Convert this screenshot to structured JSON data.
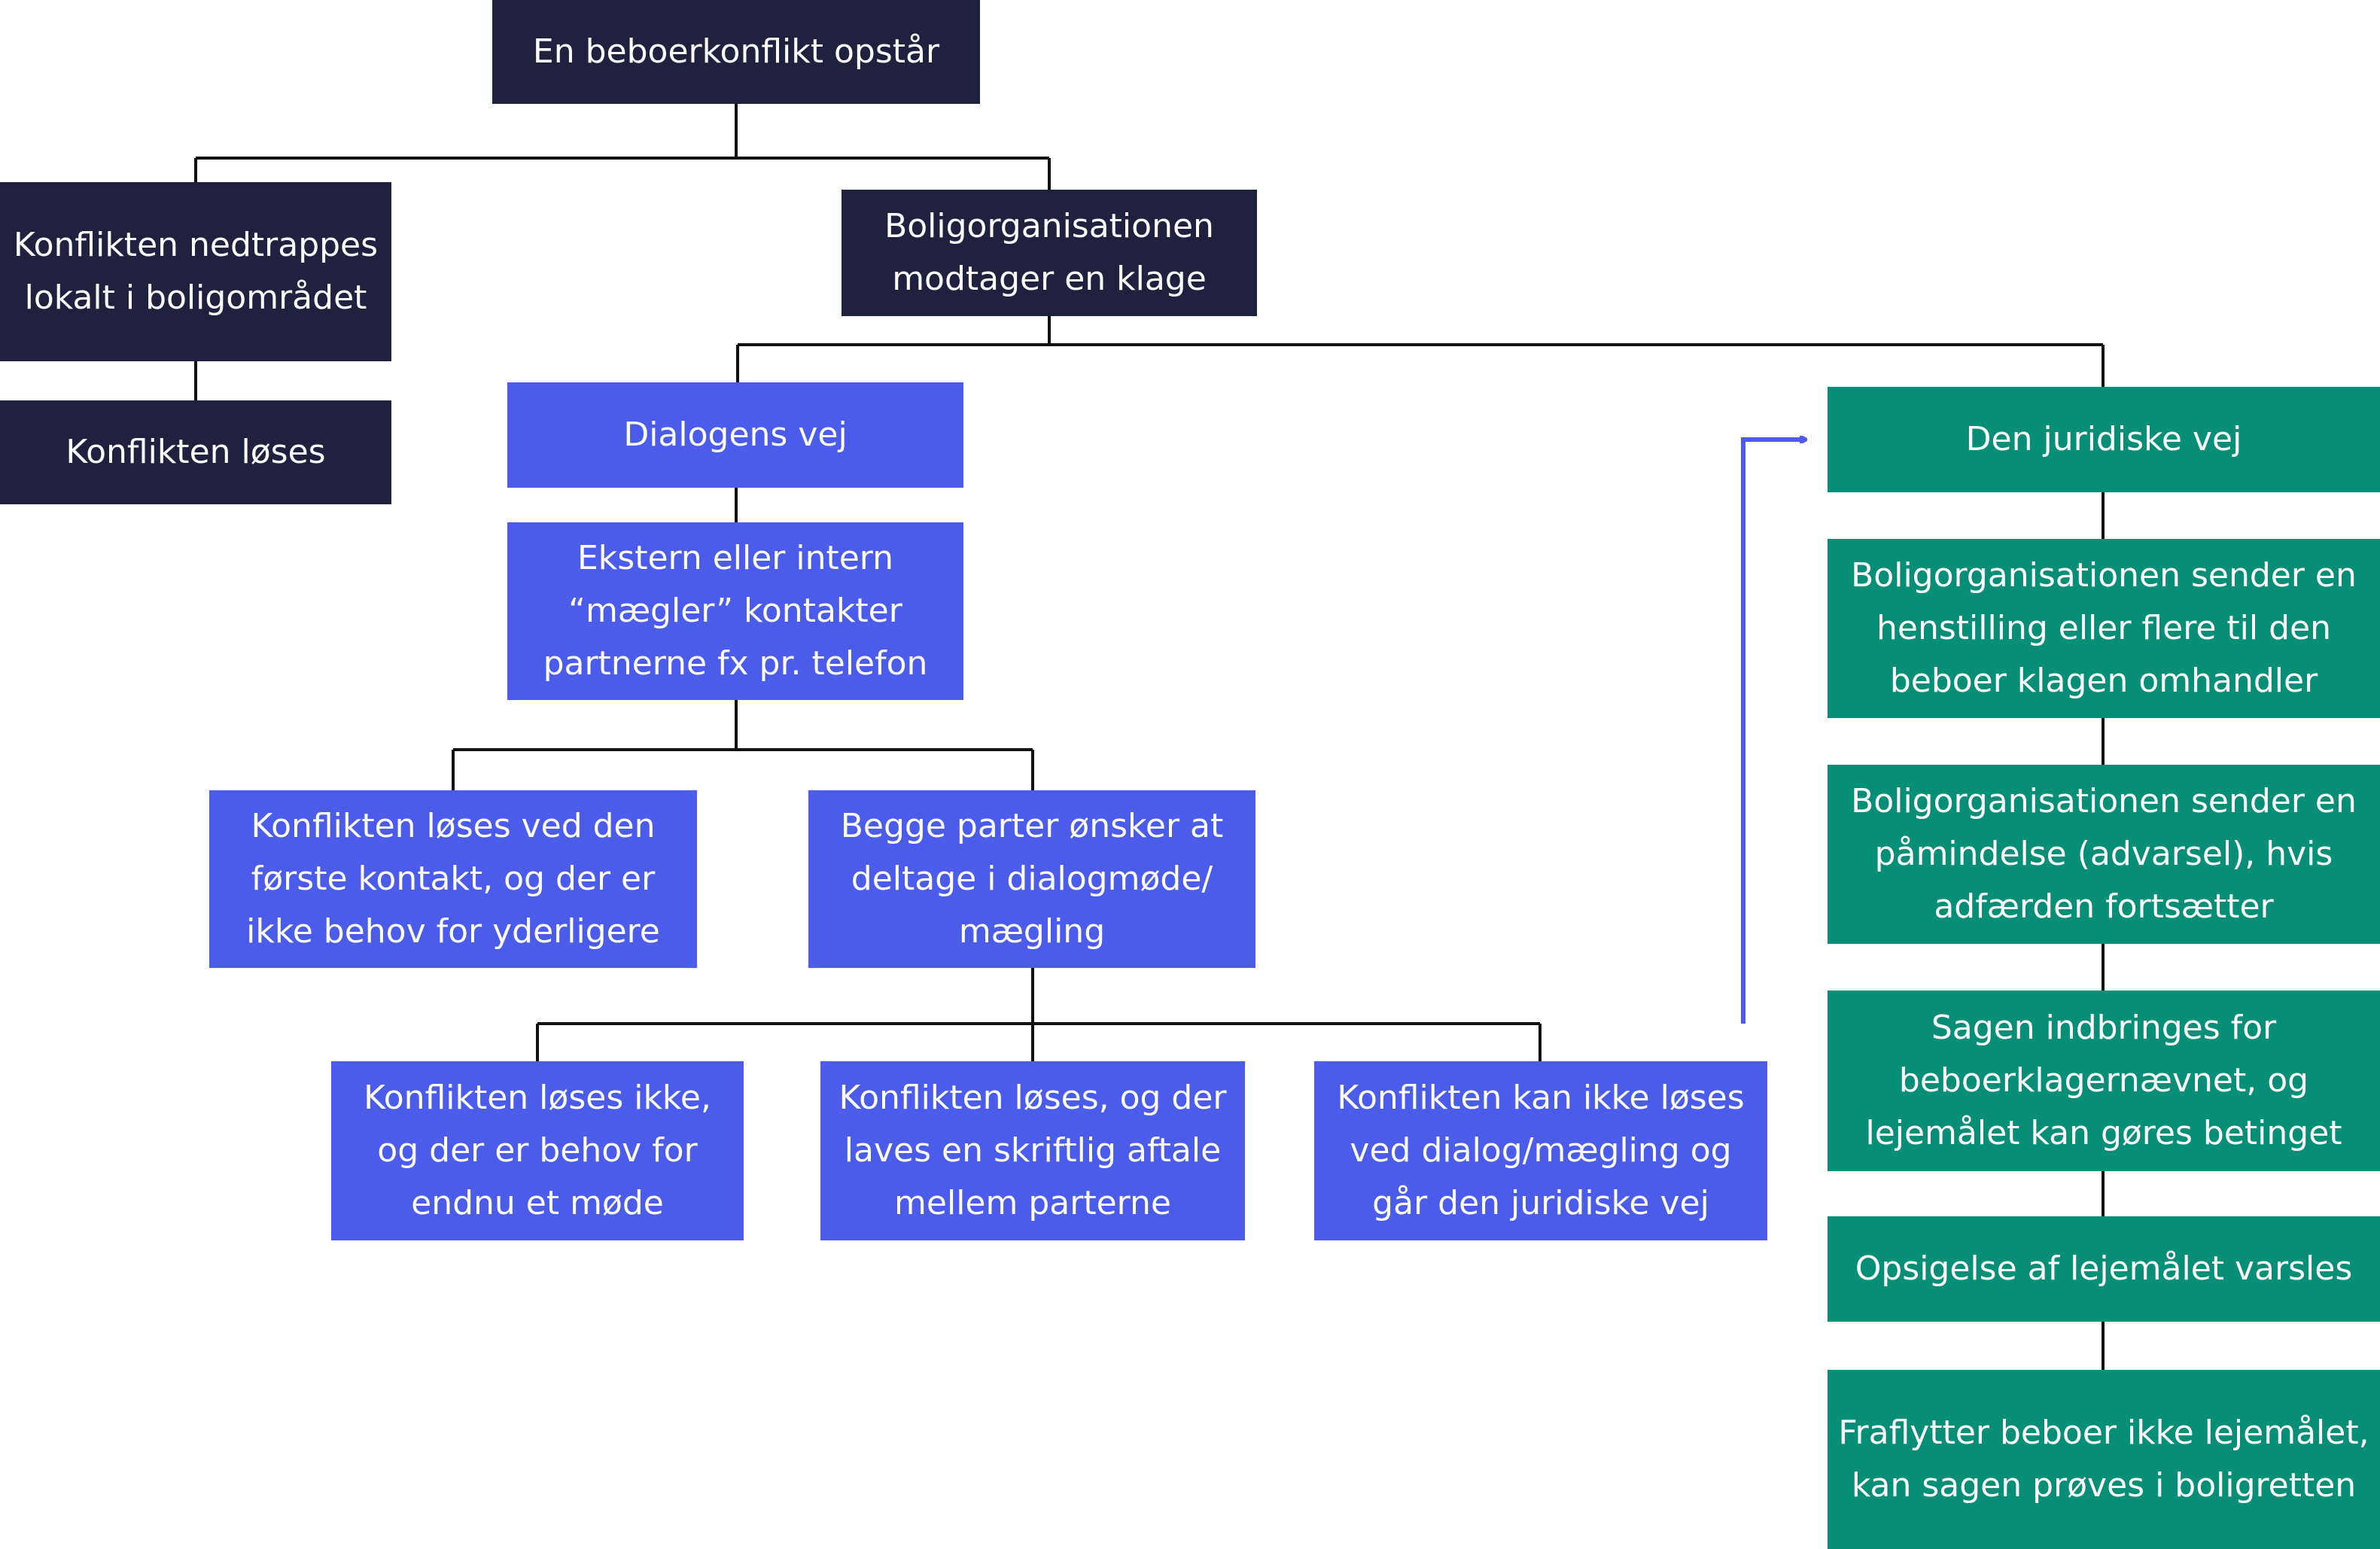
{
  "diagram": {
    "root": "En beboerkonflikt opstår",
    "local_track": {
      "deescalate": "Konflikten nedtrappes lokalt i boligområdet",
      "resolved": "Konflikten løses"
    },
    "complaint": "Boligorganisationen modtager en klage",
    "dialogue_track": {
      "title": "Dialogens vej",
      "mediator": "Ekstern eller intern “mægler” kontakter partnerne fx pr. telefon",
      "first_contact": "Konflikten løses ved den første kontakt, og der er ikke behov for yderligere",
      "meeting": "Begge parter ønsker at deltage i dialogmøde/ mægling",
      "not_resolved": "Konflikten løses ikke, og der er behov for endnu et møde",
      "written_agreement": "Konflikten løses, og der laves en skriftlig aftale mellem parterne",
      "to_legal": "Konflikten kan ikke løses ved dialog/mægling og går den juridiske vej"
    },
    "legal_track": {
      "title": "Den juridiske vej",
      "recommendation": "Boligorganisationen sender en henstilling eller flere til den beboer klagen omhandler",
      "warning": "Boligorganisationen sender en påmindelse (advarsel), hvis adfærden fortsætter",
      "board": "Sagen indbringes for beboerklagernævnet, og lejemålet kan gøres betinget",
      "termination": "Opsigelse af lejemålet varsles",
      "housing_court": "Fraflytter beboer ikke lejemålet, kan sagen prøves i boligretten"
    }
  },
  "colors": {
    "dark": "#20203f",
    "dialogue": "#4a5ce9",
    "legal": "#078e77",
    "connector": "#111111"
  }
}
